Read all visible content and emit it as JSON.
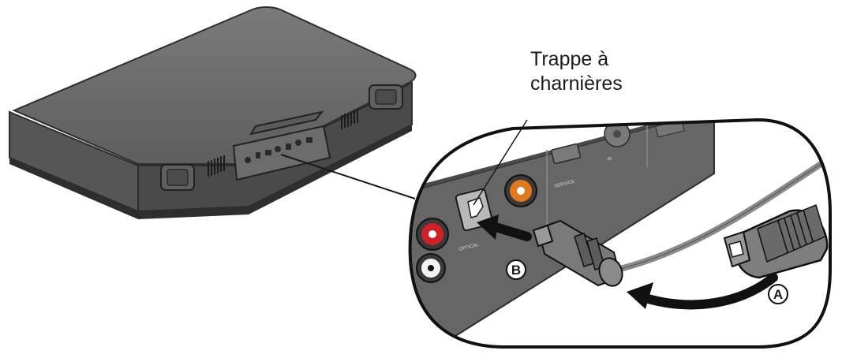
{
  "callout": {
    "line1": "Trappe à",
    "line2": "charnières"
  },
  "steps": {
    "a": "A",
    "b": "B"
  },
  "colors": {
    "device_top": "#6d6d6d",
    "device_side": "#3f3f3f",
    "panel_bg": "#6a6a6a",
    "cable": "#8a8a8a",
    "arrow": "#111111",
    "jack_red": "#d21f26",
    "jack_orange": "#e0781e"
  }
}
